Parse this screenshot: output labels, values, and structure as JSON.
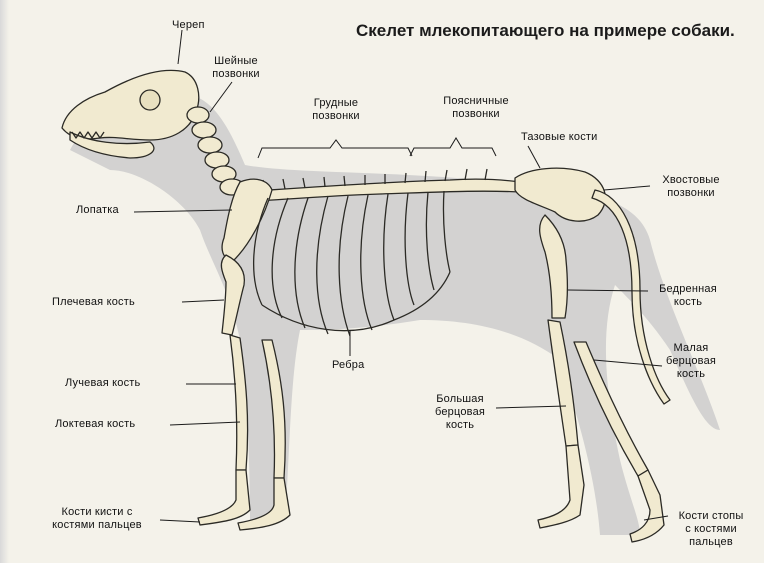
{
  "title": "Скелет млекопитающего на примере собаки.",
  "labels": {
    "skull": "Череп",
    "cervical_1": "Шейные",
    "cervical_2": "позвонки",
    "thoracic_1": "Грудные",
    "thoracic_2": "позвонки",
    "lumbar_1": "Поясничные",
    "lumbar_2": "позвонки",
    "pelvic": "Тазовые кости",
    "caudal_1": "Хвостовые",
    "caudal_2": "позвонки",
    "scapula": "Лопатка",
    "humerus": "Плечевая кость",
    "ribs": "Ребра",
    "femur_1": "Бедренная",
    "femur_2": "кость",
    "fibula_1": "Малая",
    "fibula_2": "берцовая",
    "fibula_3": "кость",
    "radius": "Лучевая кость",
    "tibia_1": "Большая",
    "tibia_2": "берцовая",
    "tibia_3": "кость",
    "ulna": "Локтевая кость",
    "hand_1": "Кости кисти с",
    "hand_2": "костями пальцев",
    "foot_1": "Кости стопы",
    "foot_2": "с костями",
    "foot_3": "пальцев"
  },
  "colors": {
    "bone": "#f1ead0",
    "bone_outline": "#2b2a25",
    "silhouette": "#cdcdcd",
    "background": "#f4f2ea"
  }
}
